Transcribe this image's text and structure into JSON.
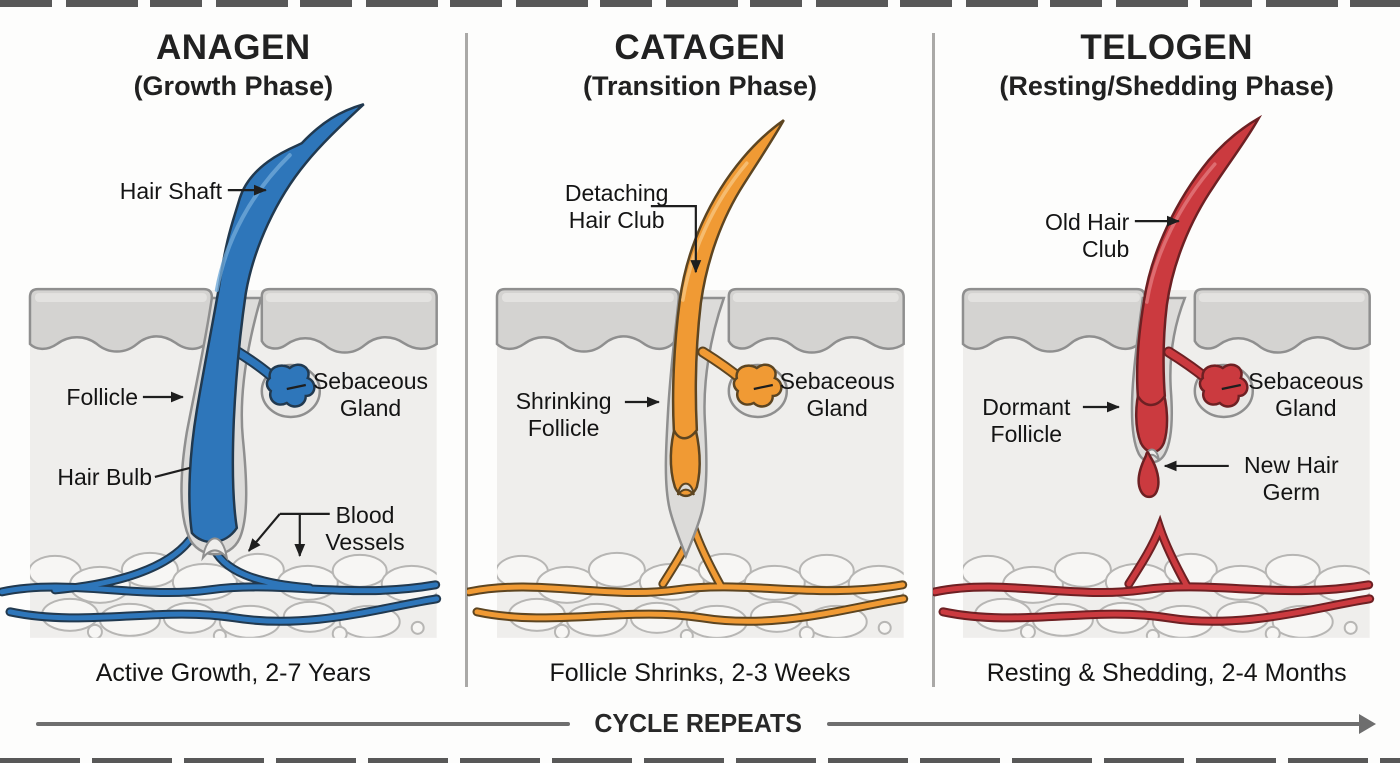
{
  "page": {
    "background": "#fdfdfc"
  },
  "panels": [
    {
      "id": "anagen",
      "title": "ANAGEN",
      "subtitle": "(Growth Phase)",
      "caption": "Active Growth, 2-7 Years",
      "colors": {
        "hair": "#2e76ba",
        "outline": "#21394f",
        "highlight": "#6fa9d8"
      },
      "labels": {
        "hair_shaft": "Hair Shaft",
        "follicle": "Follicle",
        "sebaceous_gland": "Sebaceous Gland",
        "hair_bulb": "Hair Bulb",
        "blood_vessels": "Blood Vessels"
      }
    },
    {
      "id": "catagen",
      "title": "CATAGEN",
      "subtitle": "(Transition Phase)",
      "caption": "Follicle Shrinks, 2-3 Weeks",
      "colors": {
        "hair": "#f09a34",
        "outline": "#5d4521",
        "highlight": "#f8c47e"
      },
      "labels": {
        "detaching_hair_club": "Detaching Hair Club",
        "shrinking_follicle": "Shrinking Follicle",
        "sebaceous_gland": "Sebaceous Gland"
      }
    },
    {
      "id": "telogen",
      "title": "TELOGEN",
      "subtitle": "(Resting/Shedding Phase)",
      "caption": "Resting & Shedding, 2-4 Months",
      "colors": {
        "hair": "#cb3a3f",
        "outline": "#6d2023",
        "highlight": "#e2797d"
      },
      "labels": {
        "old_hair_club": "Old Hair Club",
        "dormant_follicle": "Dormant Follicle",
        "sebaceous_gland": "Sebaceous Gland",
        "new_hair_germ": "New Hair Germ"
      }
    }
  ],
  "footer": {
    "cycle_label": "CYCLE REPEATS"
  },
  "palette": {
    "skin_band": "#d4d3d1",
    "skin_band_highlight": "#e3e2e0",
    "dermis": "#efeeec",
    "follicle_sheath": "#dcdbd9",
    "skin_outline": "#8f8f8f",
    "bubble_outline": "#b7b6b4",
    "divider": "#aaa9a7",
    "arrow": "#1e1e1e",
    "cycle_line": "#6e6e6e",
    "text": "#141414"
  }
}
